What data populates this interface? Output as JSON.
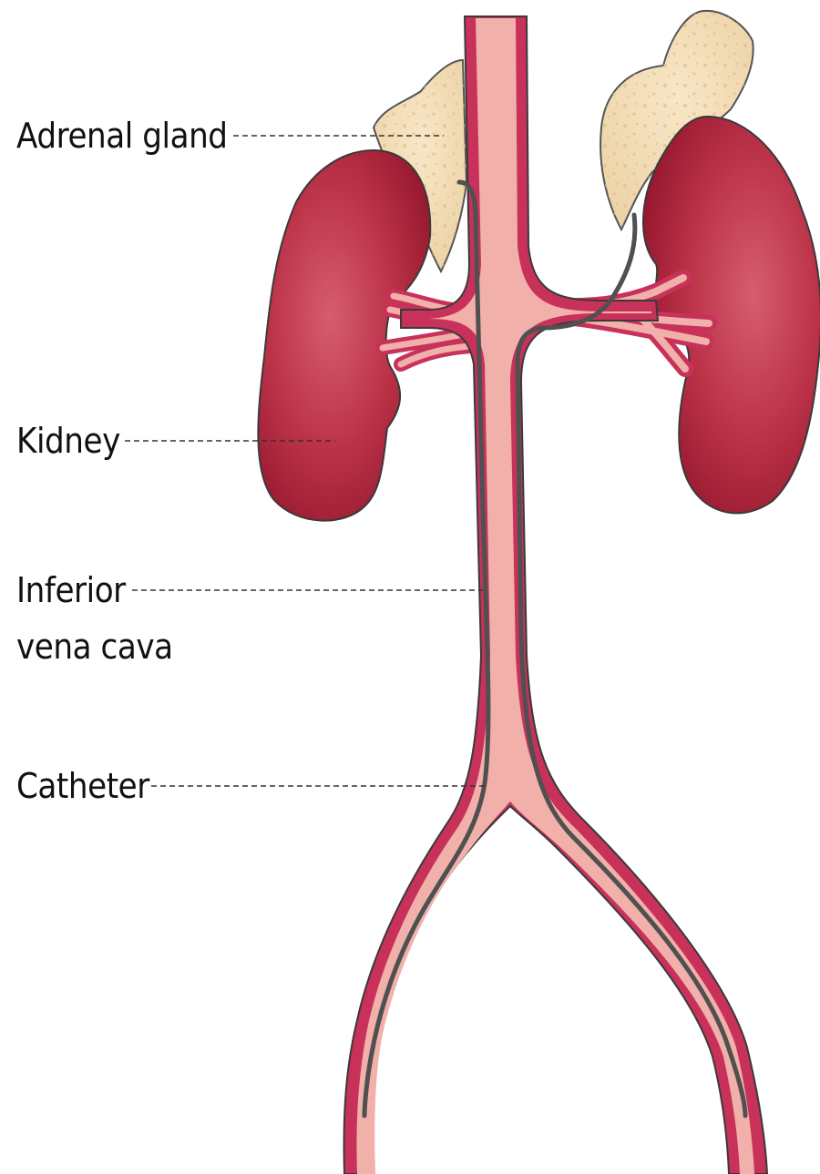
{
  "diagram": {
    "labels": {
      "adrenal_gland": "Adrenal gland",
      "kidney": "Kidney",
      "ivc_line1": "Inferior",
      "ivc_line2": "vena cava",
      "catheter": "Catheter"
    },
    "colors": {
      "kidney": "#b52a45",
      "kidney_dark": "#9d1c33",
      "kidney_light": "#d4586a",
      "adrenal": "#f3dbb3",
      "adrenal_spot": "#dcbf91",
      "vessel_fill": "#f1b0aa",
      "vessel_edge": "#c8325a",
      "catheter": "#505050",
      "outline": "#3a3a3a",
      "leader": "#333333"
    }
  }
}
